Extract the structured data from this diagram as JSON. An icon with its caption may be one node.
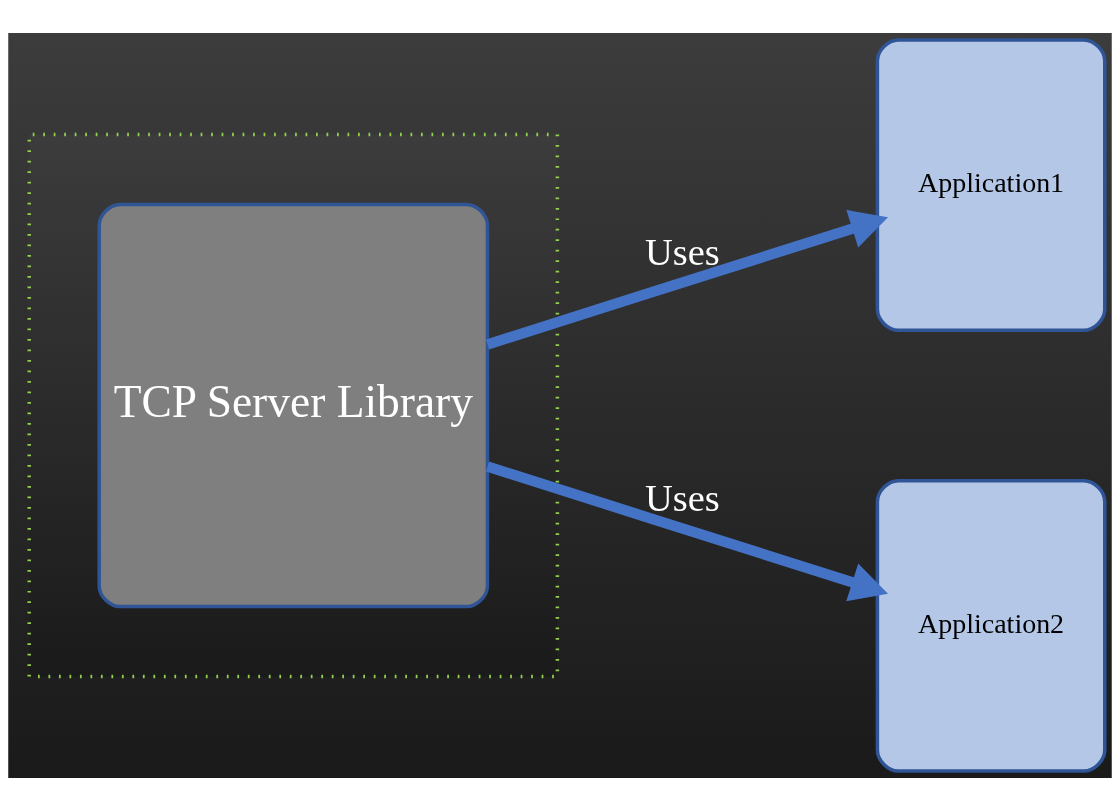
{
  "diagram": {
    "nodes": [
      {
        "text": [],
        "shape": "box"
      },
      {
        "text": [
          "TCP Server Library"
        ],
        "in": 0
      },
      {
        "text": [
          "Application1"
        ]
      },
      {
        "text": [
          "Application2"
        ]
      }
    ],
    "edges": [
      {
        "from": 1,
        "to": 2,
        "arrow": "to",
        "label": "Uses"
      },
      {
        "from": 1,
        "to": 3,
        "arrow": "to",
        "label": "Uses"
      }
    ]
  }
}
